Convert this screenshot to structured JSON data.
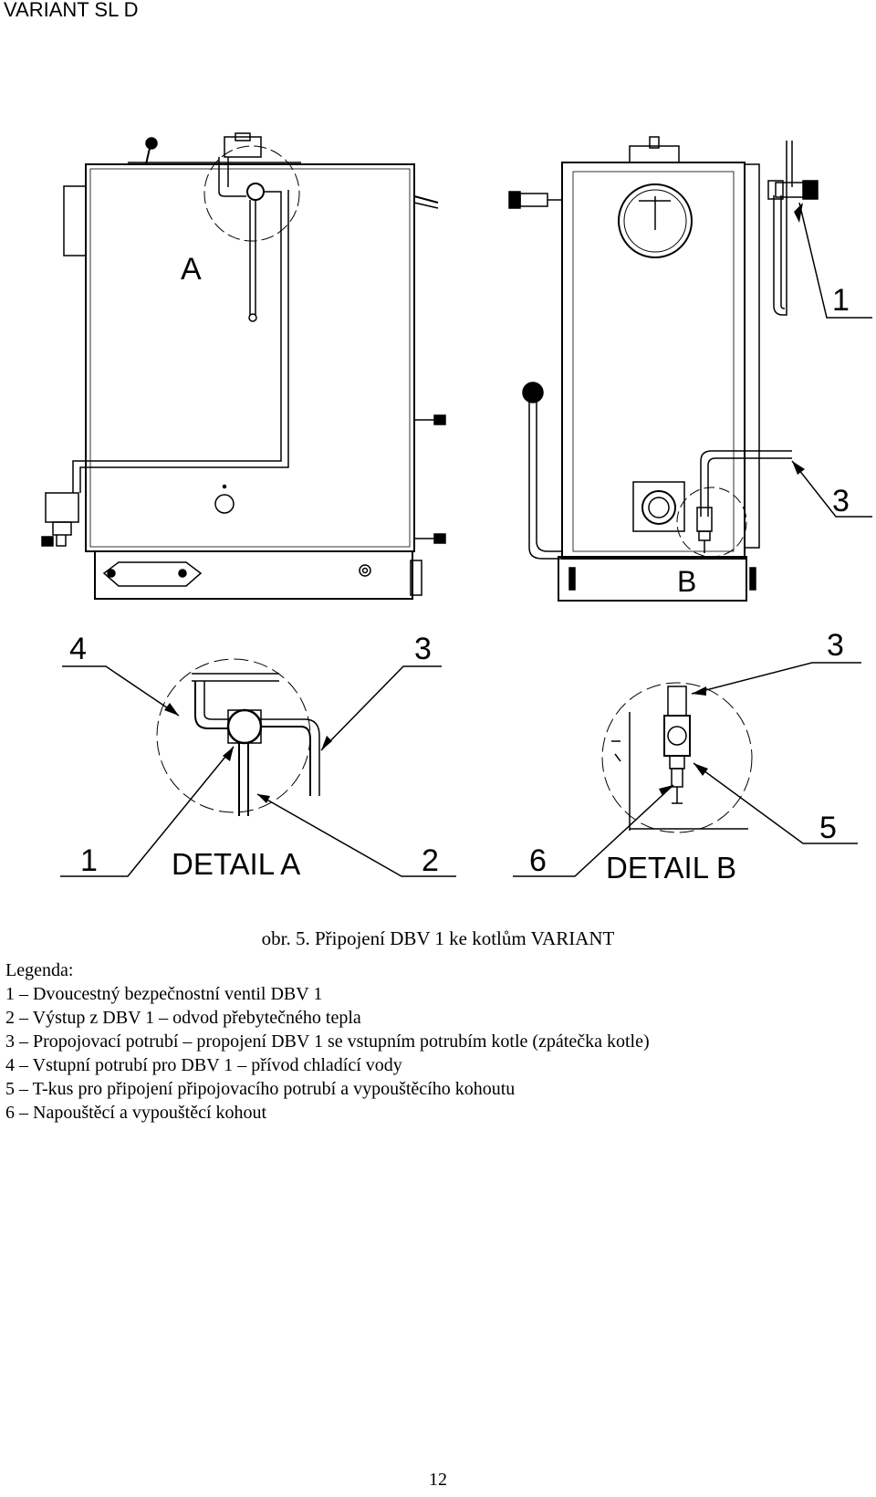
{
  "header": {
    "title": "VARIANT SL D"
  },
  "figure": {
    "view_label_a": "A",
    "view_label_b": "B",
    "detail_a_title": "DETAIL A",
    "detail_b_title": "DETAIL B",
    "callouts": {
      "top_1": "1",
      "top_3": "3",
      "da_4": "4",
      "da_3": "3",
      "da_1": "1",
      "da_2": "2",
      "db_3": "3",
      "db_6": "6",
      "db_5": "5"
    },
    "caption": "obr. 5. Připojení DBV 1 ke kotlům VARIANT"
  },
  "legend": {
    "heading": "Legenda:",
    "items": [
      "1 – Dvoucestný bezpečnostní ventil DBV 1",
      "2 – Výstup z DBV 1 – odvod přebytečného tepla",
      "3 – Propojovací potrubí – propojení DBV 1 se vstupním potrubím kotle (zpátečka kotle)",
      "4 – Vstupní potrubí pro DBV 1 – přívod chladící vody",
      "5 – T-kus pro připojení připojovacího potrubí a vypouštěcího kohoutu",
      "6 – Napouštěcí a vypouštěcí kohout"
    ]
  },
  "footer": {
    "page_number": "12"
  }
}
